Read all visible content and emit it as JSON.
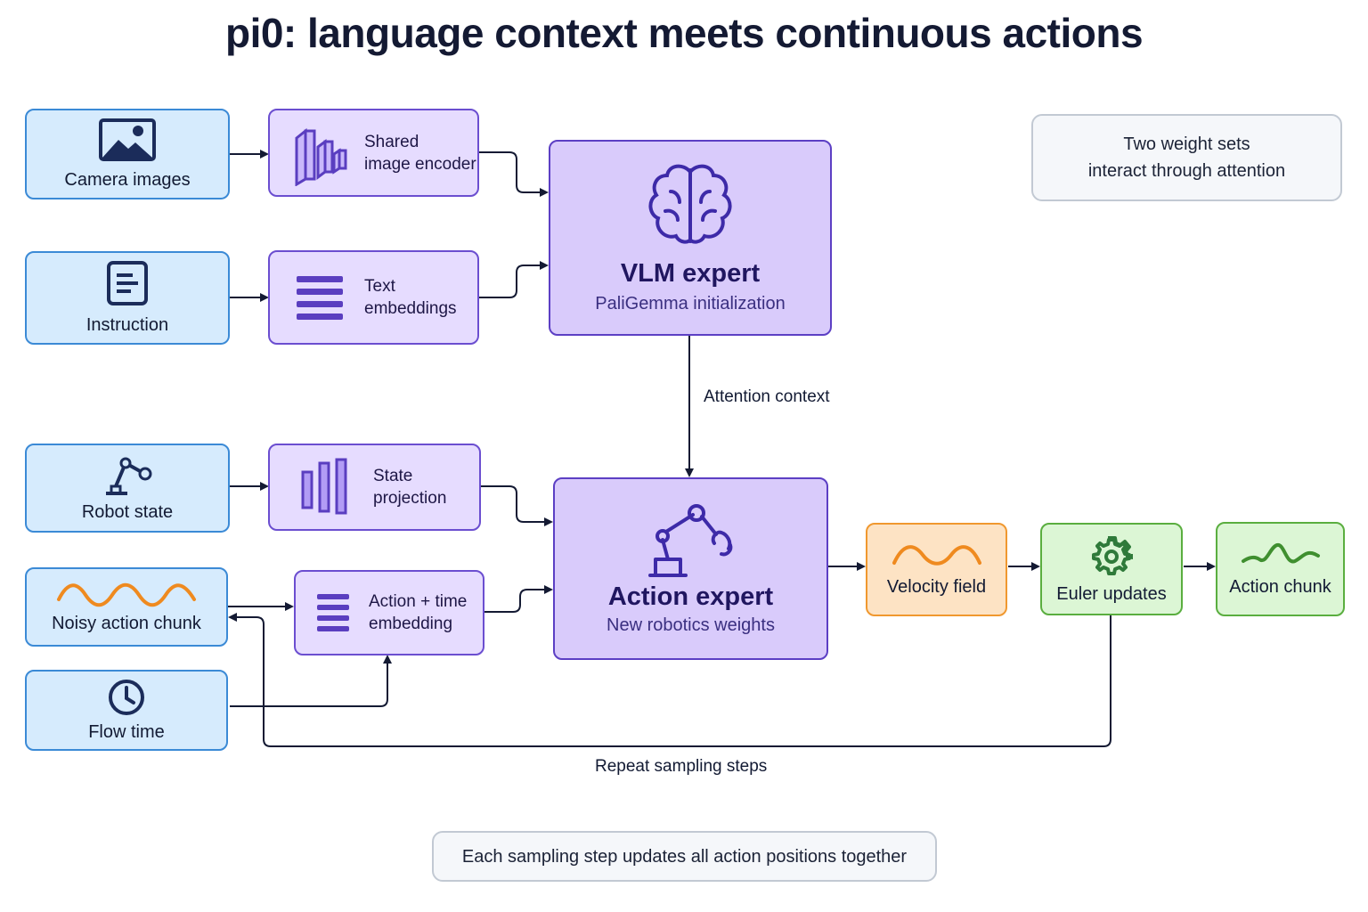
{
  "title": "pi0: language context meets continuous actions",
  "inputs": {
    "camera": "Camera images",
    "instruction": "Instruction",
    "robot_state": "Robot state",
    "noisy_chunk": "Noisy action chunk",
    "flow_time": "Flow time"
  },
  "processors": {
    "image_encoder": [
      "Shared",
      "image encoder"
    ],
    "text_embeddings": [
      "Text",
      "embeddings"
    ],
    "state_projection": [
      "State",
      "projection"
    ],
    "action_time_embedding": [
      "Action + time",
      "embedding"
    ]
  },
  "vlm_expert": {
    "name": "VLM expert",
    "sub": "PaliGemma initialization"
  },
  "action_expert": {
    "name": "Action expert",
    "sub": "New robotics weights"
  },
  "outputs": {
    "velocity_field": "Velocity field",
    "euler_updates": "Euler updates",
    "action_chunk": "Action chunk"
  },
  "edge_labels": {
    "attention_context": "Attention context",
    "repeat_sampling": "Repeat sampling steps"
  },
  "notes": {
    "weights": [
      "Two weight sets",
      "interact through attention"
    ],
    "sampling": "Each sampling step updates all action positions together"
  },
  "colors": {
    "input_fill": "#d6ebfd",
    "input_border": "#3b8ad6",
    "proc_fill": "#e6dcff",
    "proc_border": "#6b4ed0",
    "expert_fill": "#d9cbfb",
    "velocity_fill": "#fde3c4",
    "velocity_border": "#f0982f",
    "output_fill": "#dcf6d5",
    "output_border": "#5aae3f",
    "arrow": "#141a33"
  }
}
